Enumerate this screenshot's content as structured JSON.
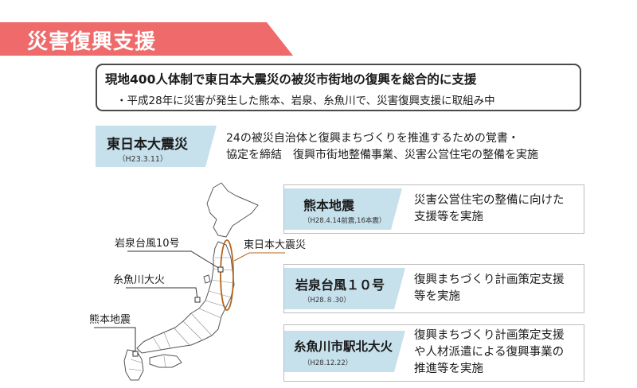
{
  "banner": {
    "title": "災害復興支援"
  },
  "summary": {
    "headline": "現地400人体制で東日本大震災の被災市街地の復興を総合的に支援",
    "sub": "・平成28年に災害が発生した熊本、岩泉、糸魚川で、災害復興支援に取組み中"
  },
  "events": [
    {
      "name": "東日本大震災",
      "date": "（H23.3.11）",
      "desc": [
        "24の被災自治体と復興まちづくりを推進するための覚書・",
        "協定を締結　復興市街地整備事業、災害公営住宅の整備を実施"
      ]
    },
    {
      "name": "熊本地震",
      "date": "（H28.4.14前震,16本震）",
      "desc": [
        "災害公営住宅の整備に向けた",
        "支援等を実施"
      ]
    },
    {
      "name": "岩泉台風１０号",
      "date": "（H28.８.30）",
      "desc": [
        "復興まちづくり計画策定支援",
        "等を実施"
      ]
    },
    {
      "name": "糸魚川市駅北大火",
      "date": "（H28.12.22）",
      "desc": [
        "復興まちづくり計画策定支援",
        "や人材派遣による復興事業の",
        "推進等を実施"
      ]
    }
  ],
  "map": {
    "labels": {
      "iwaizumi": "岩泉台風10号",
      "higashi": "東日本大震災",
      "itoigawa": "糸魚川大火",
      "kumamoto": "熊本地震"
    },
    "outline_color": "#555555",
    "highlight_color": "#b5651d"
  },
  "colors": {
    "banner": "#ef6a6a",
    "tag": "#c6e0ec",
    "box_border": "#bdbdbd"
  }
}
